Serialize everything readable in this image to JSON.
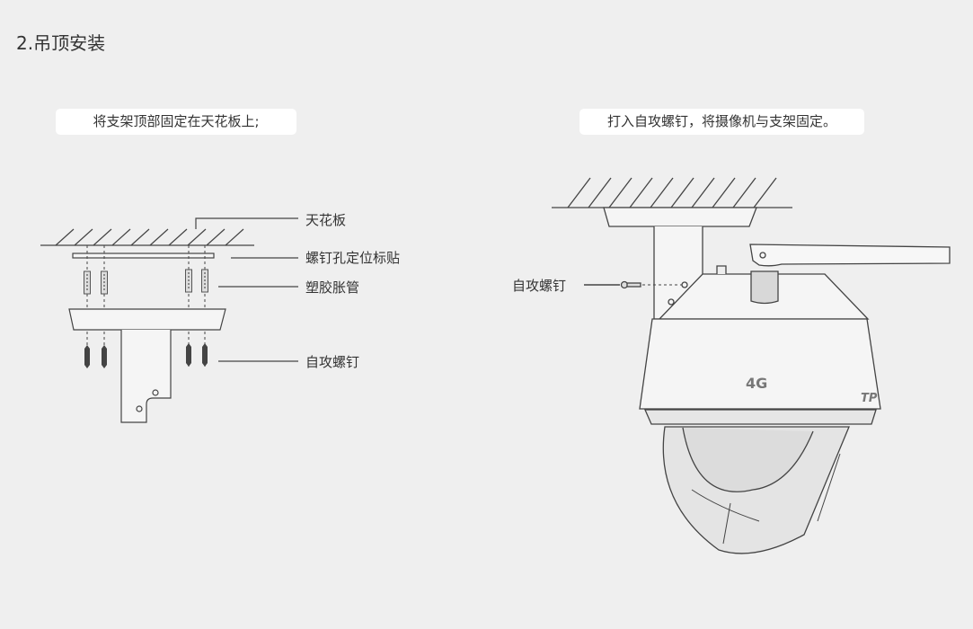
{
  "section_title": "2.吊顶安装",
  "step1": {
    "caption": "将支架顶部固定在天花板上;",
    "labels": {
      "ceiling": "天花板",
      "sticker": "螺钉孔定位标贴",
      "anchor": "塑胶胀管",
      "screw": "自攻螺钉"
    }
  },
  "step2": {
    "caption": "打入自攻螺钉，将摄像机与支架固定。",
    "labels": {
      "screw": "自攻螺钉"
    },
    "camera_marks": {
      "network": "4G",
      "brand": "TP"
    }
  }
}
